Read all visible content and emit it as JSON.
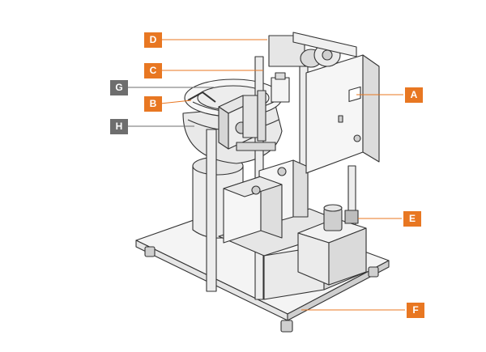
{
  "colors": {
    "accent": "#E87722",
    "secondary": "#6E6E6E",
    "line": "#333333",
    "fill_light": "#F4F4F4",
    "fill_mid": "#E6E6E6",
    "fill_dark": "#CFCFCF"
  },
  "callouts": {
    "a": {
      "letter": "A",
      "tone": "accent"
    },
    "b": {
      "letter": "B",
      "tone": "accent"
    },
    "c": {
      "letter": "C",
      "tone": "accent"
    },
    "d": {
      "letter": "D",
      "tone": "accent"
    },
    "e": {
      "letter": "E",
      "tone": "accent"
    },
    "f": {
      "letter": "F",
      "tone": "accent"
    },
    "g": {
      "letter": "G",
      "tone": "secondary"
    },
    "h": {
      "letter": "H",
      "tone": "secondary"
    }
  }
}
